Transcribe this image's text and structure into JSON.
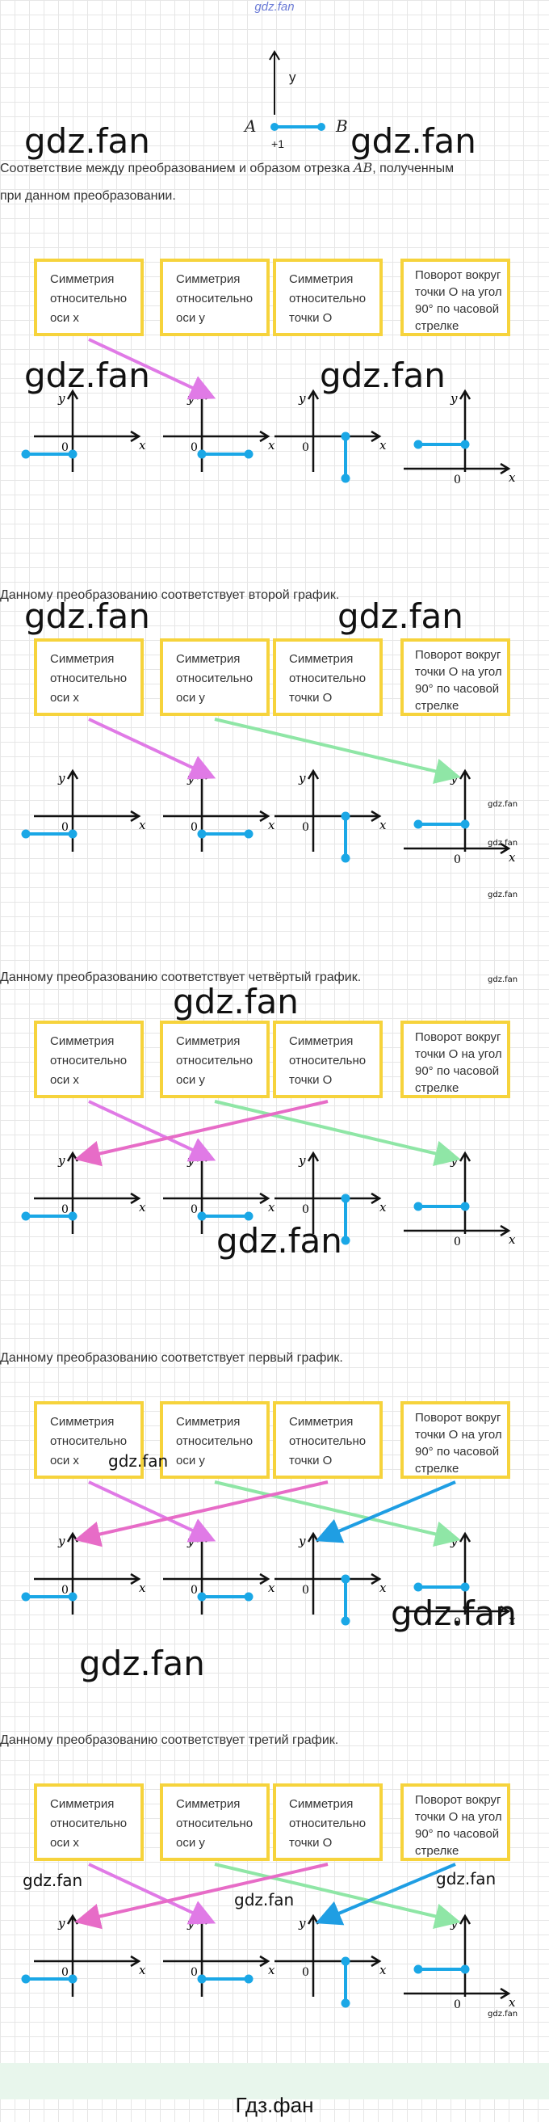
{
  "site_top": "gdz.fan",
  "intro": {
    "axis_label": "y",
    "point_a": "A",
    "point_b": "B",
    "tick_label": "1",
    "description_line1_pre": "Соответствие между преобразованием и образом отрезка ",
    "description_ab": "AB",
    "description_line1_post": ", полученным",
    "description_line2": "при данном преобразовании."
  },
  "watermark": "gdz.fan",
  "card_texts": [
    [
      "Симметрия",
      "относительно",
      "оси x"
    ],
    [
      "Симметрия",
      "относительно",
      "оси y"
    ],
    [
      "Симметрия",
      "относительно",
      "точки O"
    ],
    [
      "Поворот вокруг",
      "точки O на угол",
      "90° по часовой",
      "стрелке"
    ]
  ],
  "axis": {
    "x": "x",
    "y": "y",
    "origin": "0"
  },
  "answers": [
    "Данному преобразованию соответствует второй график.",
    "Данному преобразованию соответствует четвёртый график.",
    "Данному преобразованию соответствует первый график.",
    "Данному преобразованию соответствует третий график."
  ],
  "colors": {
    "card_border": "#f6d33c",
    "segment": "#1aa7e6",
    "arrow_violet": "#e07ae6",
    "arrow_green": "#8fe6a6",
    "arrow_pink": "#e76cc7",
    "arrow_blue": "#1f9ee3",
    "footer_bg": "#e8f6ec"
  },
  "footer": "Гдз.фан"
}
